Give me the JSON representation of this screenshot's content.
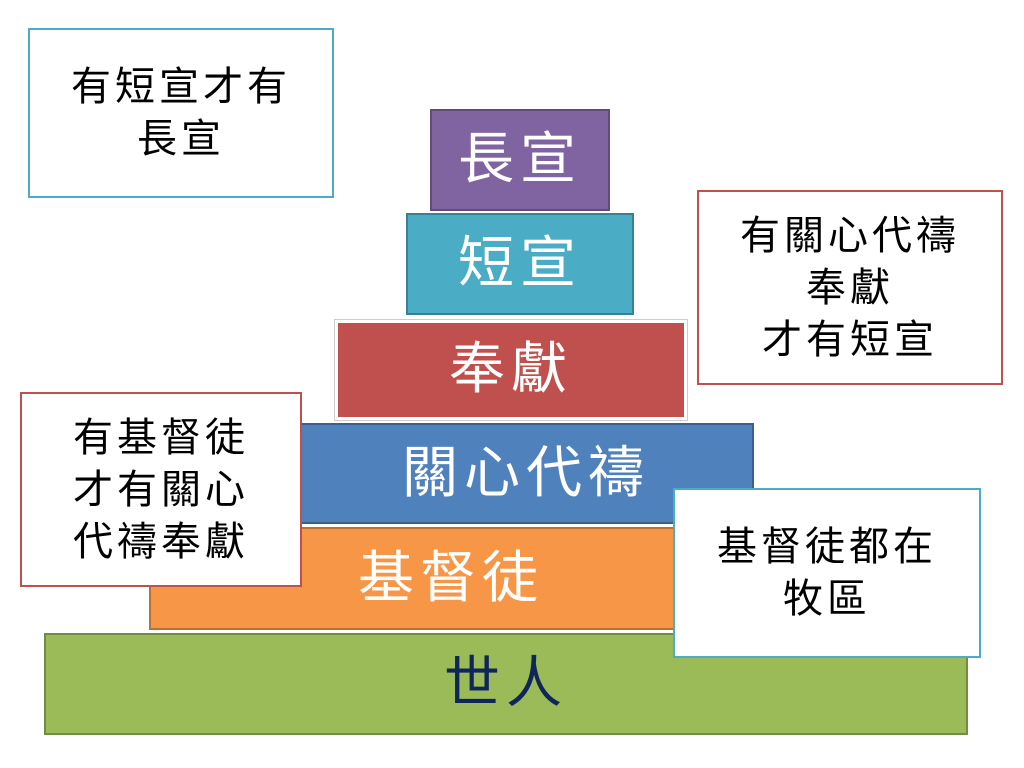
{
  "colors": {
    "purple": "#8064a2",
    "teal": "#4bacc6",
    "red": "#c0504d",
    "blue": "#4f81bd",
    "orange": "#f79646",
    "green": "#9bbb59",
    "navy": "#10265a",
    "border_teal": "#4bacc6",
    "border_red": "#c0504d"
  },
  "pyramid": {
    "layers": [
      {
        "label": "長宣"
      },
      {
        "label": "短宣"
      },
      {
        "label": "奉獻"
      },
      {
        "label": "關心代禱"
      },
      {
        "label": "基督徒"
      },
      {
        "label": "世人"
      }
    ]
  },
  "notes": {
    "top_left": [
      "有短宣才有",
      "長宣"
    ],
    "right": [
      "有關心代禱",
      "奉獻",
      "才有短宣"
    ],
    "left": [
      "有基督徒",
      "才有關心",
      "代禱奉獻"
    ],
    "bottom_right": [
      "基督徒都在",
      "牧區"
    ]
  }
}
